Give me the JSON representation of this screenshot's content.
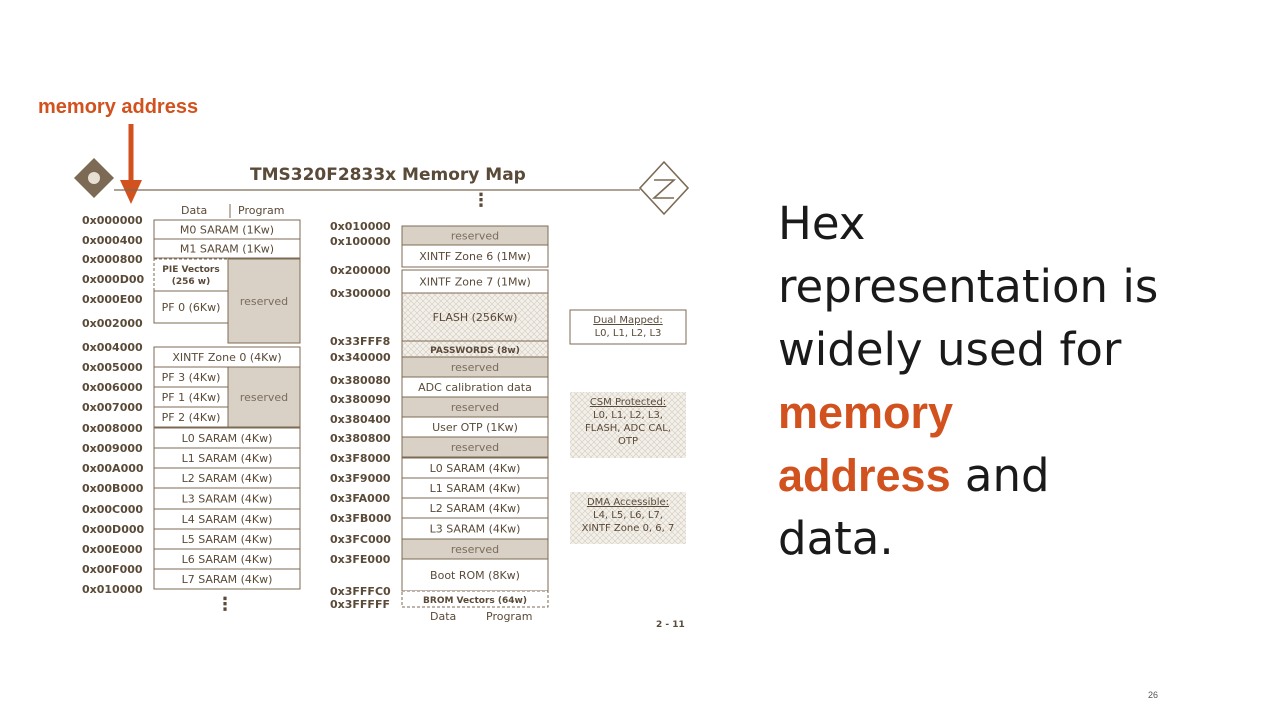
{
  "annotation": {
    "label": "memory address",
    "accent_color": "#d2521f"
  },
  "memory_map": {
    "title": "TMS320F2833x Memory Map",
    "logo_left": "ti-logo-icon",
    "logo_right": "zoom-z-icon",
    "column_headers": {
      "data": "Data",
      "program": "Program"
    },
    "left_column": {
      "addresses": [
        "0x000000",
        "0x000400",
        "0x000800",
        "0x000D00",
        "0x000E00",
        "0x002000",
        "0x004000",
        "0x005000",
        "0x006000",
        "0x007000",
        "0x008000",
        "0x009000",
        "0x00A000",
        "0x00B000",
        "0x00C000",
        "0x00D000",
        "0x00E000",
        "0x00F000",
        "0x010000"
      ],
      "blocks": [
        "M0 SARAM (1Kw)",
        "M1 SARAM (1Kw)",
        "PIE Vectors (256 w)",
        "PF 0 (6Kw)",
        "reserved",
        "XINTF Zone 0 (4Kw)",
        "PF 3 (4Kw)",
        "PF 1 (4Kw)",
        "PF 2 (4Kw)",
        "reserved",
        "L0 SARAM (4Kw)",
        "L1 SARAM (4Kw)",
        "L2 SARAM (4Kw)",
        "L3 SARAM (4Kw)",
        "L4 SARAM (4Kw)",
        "L5 SARAM (4Kw)",
        "L6 SARAM (4Kw)",
        "L7 SARAM (4Kw)"
      ]
    },
    "right_column": {
      "addresses": [
        "0x010000",
        "0x100000",
        "0x200000",
        "0x300000",
        "0x33FFF8",
        "0x340000",
        "0x380080",
        "0x380090",
        "0x380400",
        "0x380800",
        "0x3F8000",
        "0x3F9000",
        "0x3FA000",
        "0x3FB000",
        "0x3FC000",
        "0x3FE000",
        "0x3FFFC0",
        "0x3FFFFF"
      ],
      "blocks": [
        "reserved",
        "XINTF Zone 6 (1Mw)",
        "XINTF Zone 7 (1Mw)",
        "FLASH (256Kw)",
        "PASSWORDS (8w)",
        "reserved",
        "ADC calibration data",
        "reserved",
        "User OTP (1Kw)",
        "reserved",
        "L0 SARAM (4Kw)",
        "L1 SARAM (4Kw)",
        "L2 SARAM (4Kw)",
        "L3 SARAM (4Kw)",
        "reserved",
        "Boot ROM (8Kw)",
        "BROM Vectors (64w)"
      ]
    },
    "legend": [
      {
        "title": "Dual Mapped:",
        "lines": [
          "L0, L1, L2, L3"
        ]
      },
      {
        "title": "CSM Protected:",
        "lines": [
          "L0, L1, L2, L3,",
          "FLASH, ADC CAL,",
          "OTP"
        ]
      },
      {
        "title": "DMA Accessible:",
        "lines": [
          "L4, L5, L6, L7,",
          "XINTF Zone 0, 6, 7"
        ]
      }
    ],
    "page_ref": "2 - 11"
  },
  "body": {
    "line1": "Hex",
    "line2": "representation is",
    "line3": "widely used for",
    "highlight1": "memory",
    "highlight2": "address",
    "after_highlight": " and",
    "line_last": "data."
  },
  "slide_number": "26"
}
